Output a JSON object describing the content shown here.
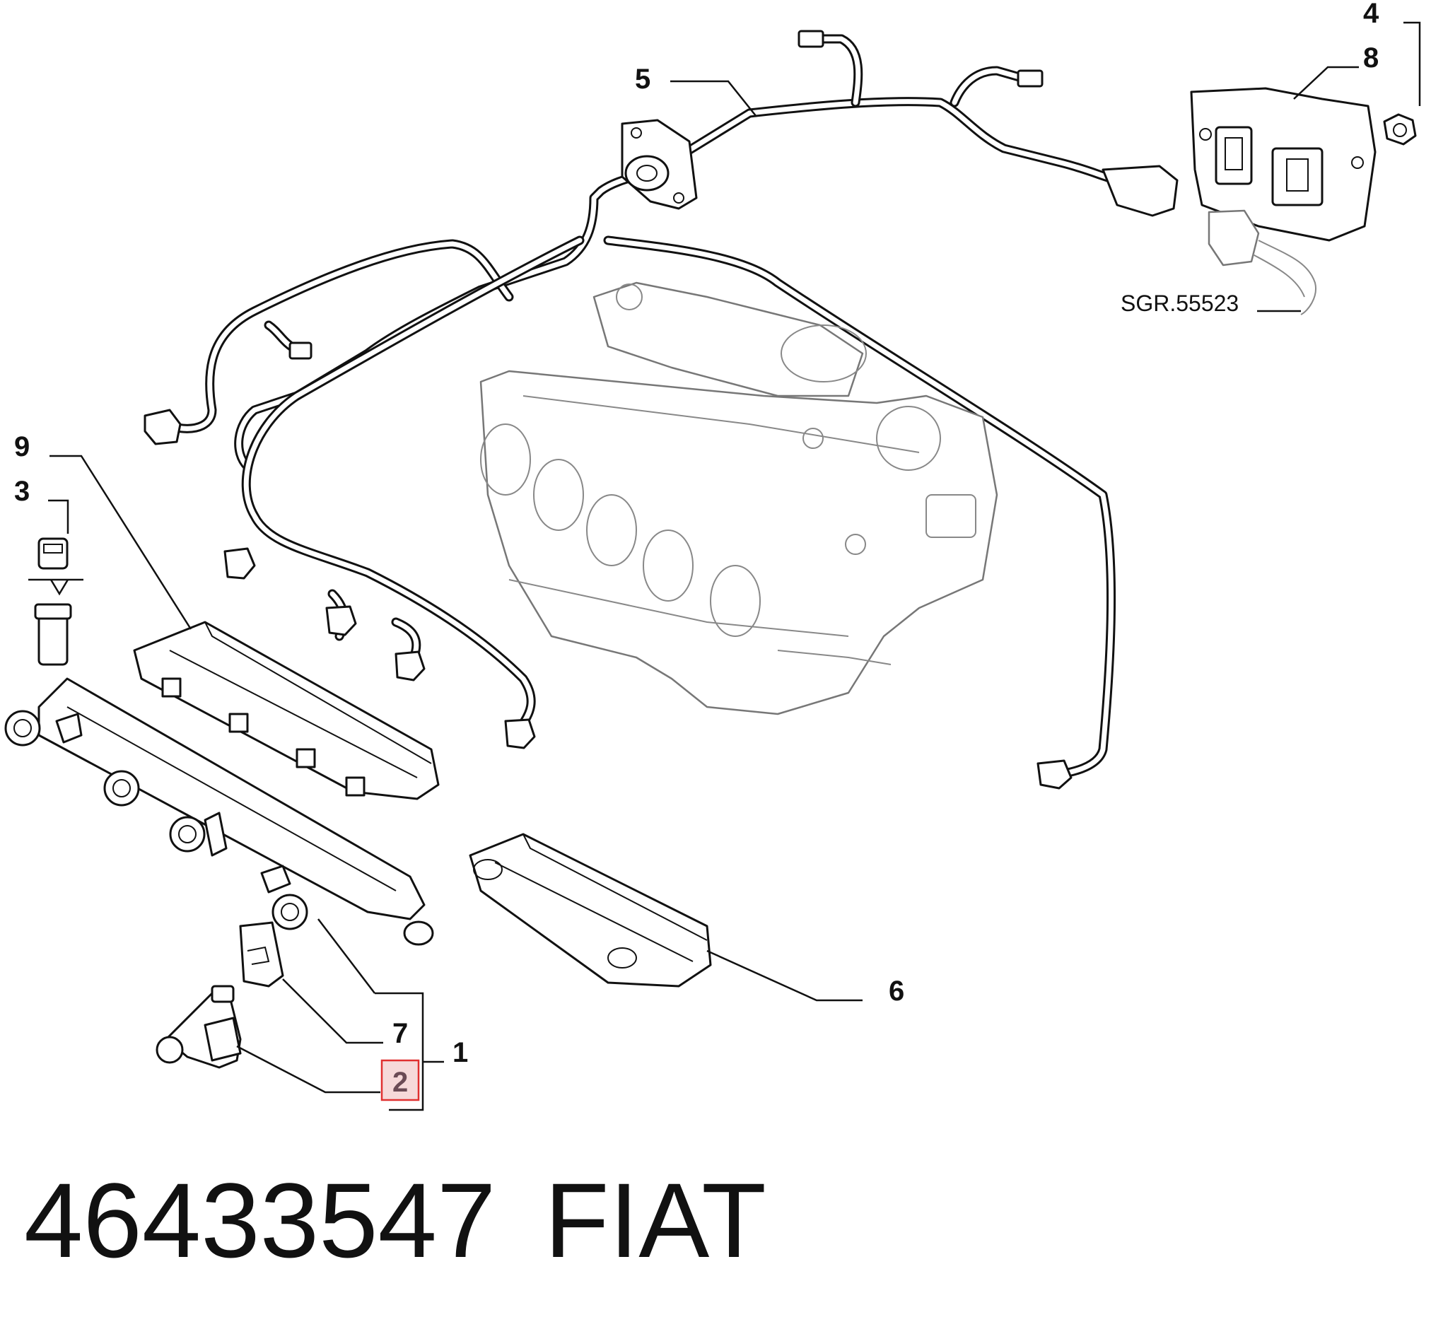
{
  "callouts": {
    "c1": "1",
    "c2": "2",
    "c3": "3",
    "c4": "4",
    "c5": "5",
    "c6": "6",
    "c7": "7",
    "c8": "8",
    "c9": "9"
  },
  "reference": "SGR.55523",
  "part_number": "46433547",
  "brand": "FIAT",
  "colors": {
    "highlight_border": "#e03030",
    "highlight_fill": "#f6d9d9"
  }
}
